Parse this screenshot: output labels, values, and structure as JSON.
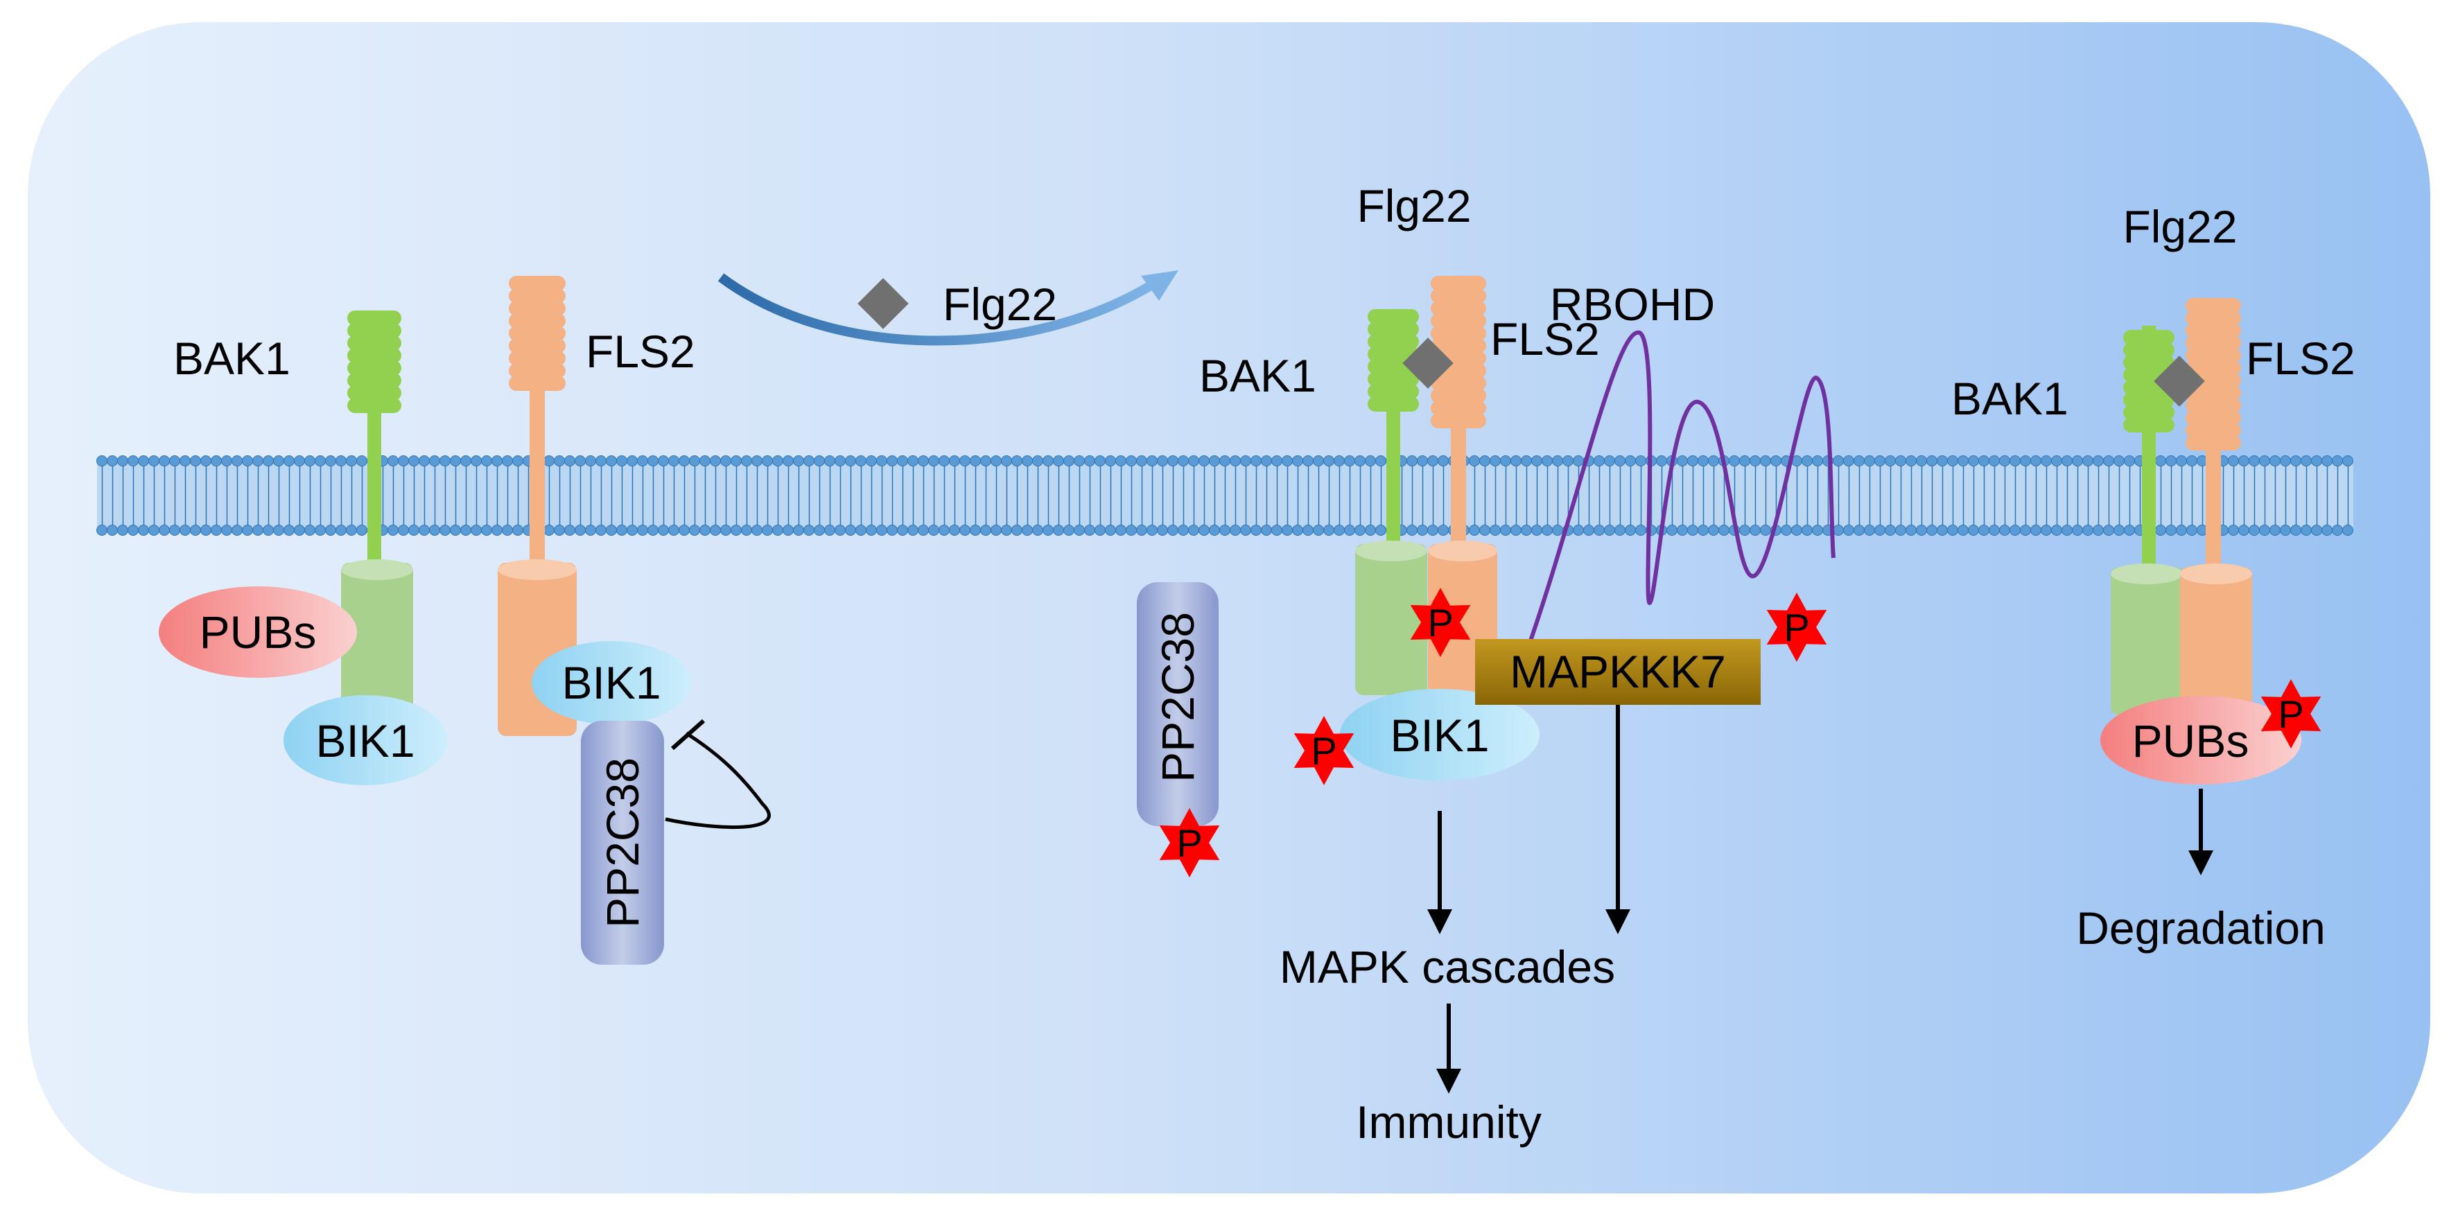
{
  "labels": {
    "bak1": "BAK1",
    "fls2": "FLS2",
    "flg22": "Flg22",
    "pubs": "PUBs",
    "bik1": "BIK1",
    "pp2c38": "PP2C38",
    "rbohd": "RBOHD",
    "mapkkk7": "MAPKKK7",
    "p": "P",
    "mapk_cascades": "MAPK cascades",
    "immunity": "Immunity",
    "degradation": "Degradation"
  },
  "colors": {
    "cell_gradient_left": "#e6f0fc",
    "cell_gradient_right": "#98c1f2",
    "membrane_fill": "#bcd7f2",
    "membrane_head": "#5b9bd5",
    "membrane_stroke": "#2e75b6",
    "bak1_green": "#92d050",
    "bak1_kinase": "#a9d18e",
    "fls2_orange": "#f4b183",
    "bik1_blue": "#a8dcf6",
    "pubs_pink": "#f8a8a8",
    "pp2c38_purple": "#9aa9d6",
    "mapkkk7_gold": "#a87f10",
    "rbohd_purple": "#7030a0",
    "phospho_red": "#ff0000",
    "flg22_gray": "#707070",
    "arrow_blue": "#2e75b6"
  },
  "icons": [
    "flg22-ligand-diamond",
    "phosphorylation-star",
    "inhibition-arrow",
    "flow-arrow"
  ]
}
